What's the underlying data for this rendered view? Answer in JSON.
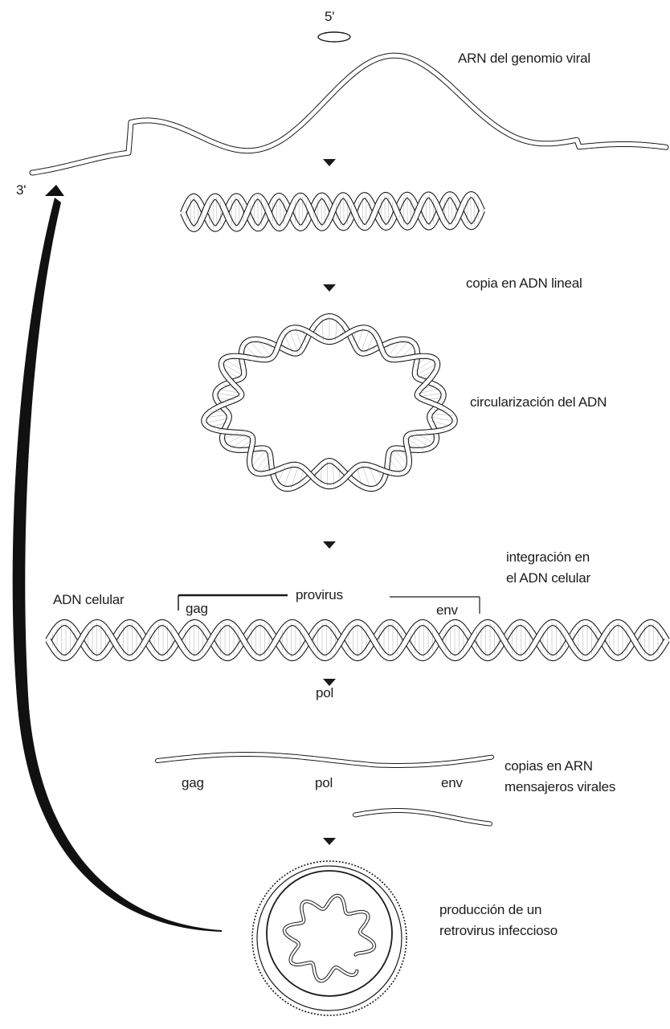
{
  "labels": {
    "five_prime": "5'",
    "three_prime": "3'",
    "viral_genome": "ARN del genomio viral",
    "linear_dna": "copia en ADN lineal",
    "circular_dna": "circularización del ADN",
    "integration_l1": "integración en",
    "integration_l2": "el ADN celular",
    "cellular_dna": "ADN celular",
    "provirus": "provirus",
    "gag_top": "gag",
    "env_top": "env",
    "pol_mid": "pol",
    "mrna_l1": "copias en ARN",
    "mrna_l2": "mensajeros virales",
    "gag_bottom": "gag",
    "pol_bottom": "pol",
    "env_bottom": "env",
    "production_l1": "producción de un",
    "production_l2": "retrovirus infeccioso"
  },
  "colors": {
    "ink": "#1a1a1a",
    "ribbon_fill": "#ffffff",
    "return_arrow": "#111111"
  },
  "icons": [
    "step-arrow-icon",
    "return-arrow-icon"
  ]
}
